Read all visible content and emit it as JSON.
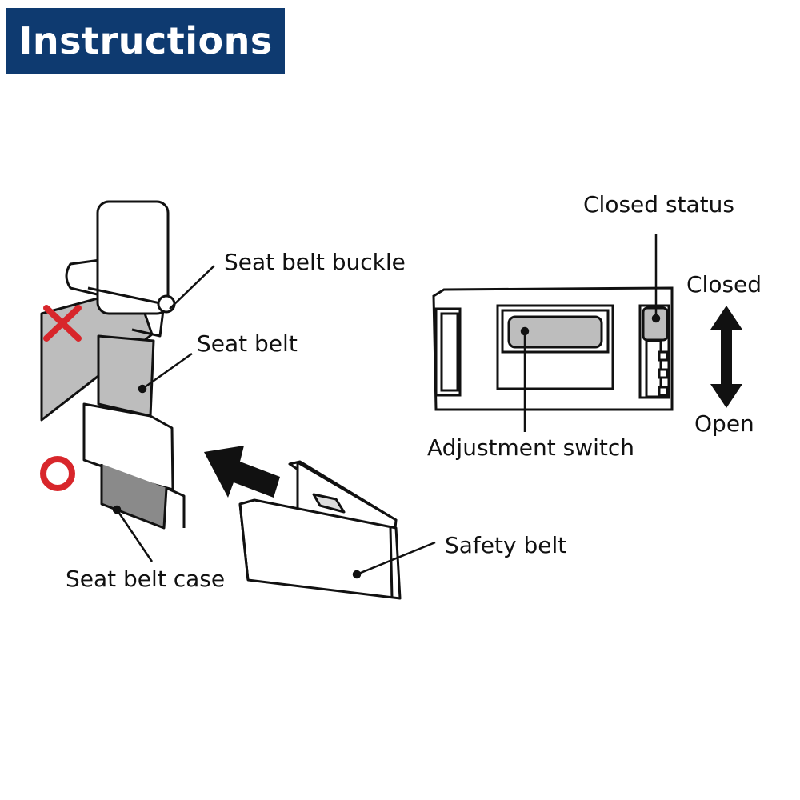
{
  "title": "Instructions",
  "colors": {
    "banner": "#0e3a70",
    "mark": "#d8262b",
    "belt": "#bdbdbd",
    "ink": "#111111"
  },
  "labels": {
    "seat_belt_buckle": "Seat belt buckle",
    "seat_belt": "Seat belt",
    "seat_belt_case": "Seat belt case",
    "safety_belt": "Safety belt",
    "closed_status": "Closed status",
    "closed": "Closed",
    "open": "Open",
    "adjustment_switch": "Adjustment switch"
  },
  "icons": [
    "wrong-x-icon",
    "correct-o-icon",
    "insert-arrow-icon",
    "open-closed-arrow-icon"
  ]
}
